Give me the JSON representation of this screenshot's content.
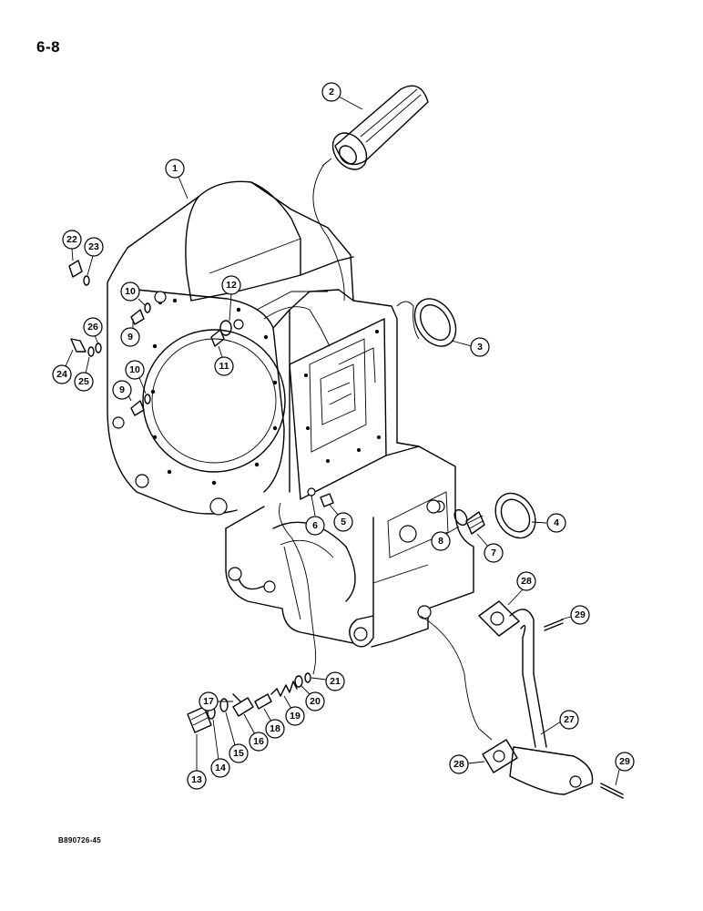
{
  "page_number": "6-8",
  "figure_code": "B890726-45",
  "callouts": [
    "1",
    "2",
    "3",
    "4",
    "5",
    "6",
    "7",
    "8",
    "9",
    "9",
    "10",
    "10",
    "11",
    "12",
    "13",
    "14",
    "15",
    "16",
    "17",
    "18",
    "19",
    "20",
    "21",
    "22",
    "23",
    "24",
    "25",
    "26",
    "27",
    "28",
    "28",
    "29",
    "29"
  ]
}
